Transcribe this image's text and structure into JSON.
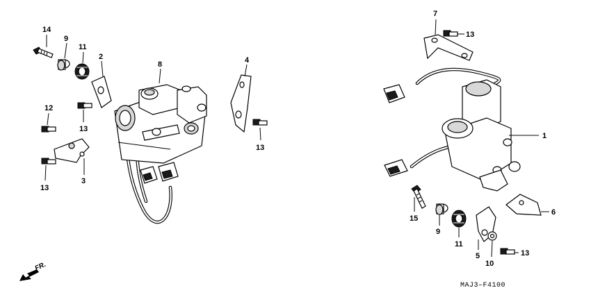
{
  "figure_code": "MAJ3–F4100",
  "direction_label": "FR.",
  "callouts": {
    "c14": "14",
    "c9a": "9",
    "c11a": "11",
    "c2": "2",
    "c8": "8",
    "c4": "4",
    "c12": "12",
    "c13a": "13",
    "c13b": "13",
    "c13c": "13",
    "c3": "3",
    "c7": "7",
    "c13d": "13",
    "c1": "1",
    "c6": "6",
    "c15": "15",
    "c9b": "9",
    "c11b": "11",
    "c5": "5",
    "c10": "10",
    "c13e": "13"
  }
}
